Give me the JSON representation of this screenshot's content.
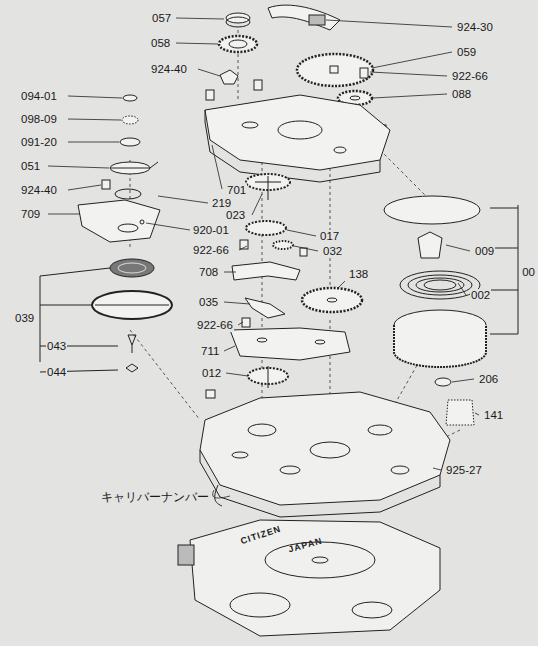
{
  "diagram": {
    "labels": [
      "057",
      "058",
      "924-30",
      "059",
      "924-40",
      "922-66",
      "088",
      "094-01",
      "098-09",
      "091-20",
      "051",
      "924-40",
      "219",
      "709",
      "920-01",
      "701",
      "023",
      "009",
      "017",
      "922-66",
      "032",
      "00",
      "708",
      "138",
      "002",
      "035",
      "039",
      "922-66",
      "043",
      "711",
      "044",
      "012",
      "206",
      "141",
      "925-27",
      "キャリバーナンバー",
      "CITIZEN",
      "JAPAN"
    ]
  }
}
